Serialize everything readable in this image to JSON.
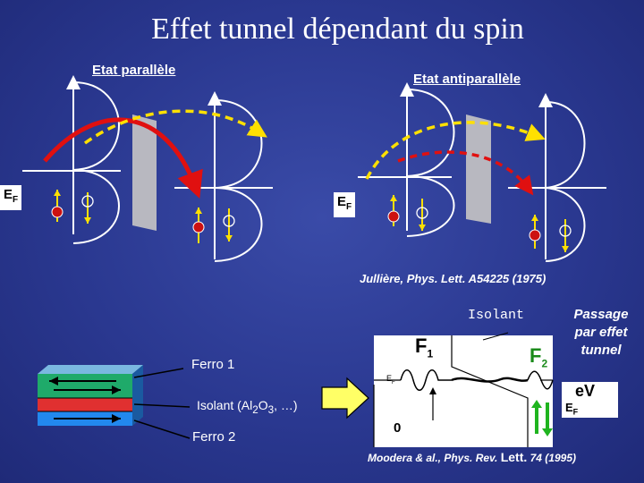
{
  "title": "Effet tunnel dépendant du spin",
  "parallel": {
    "label": "Etat parallèle",
    "ef_label": "E",
    "ef_sub": "F"
  },
  "antiparallel": {
    "label": "Etat antiparallèle",
    "ef_label": "E",
    "ef_sub": "F"
  },
  "citation_julliere": "Jullière, Phys. Lett. A54225 (1975)",
  "bottom": {
    "isolant": "Isolant",
    "passage": [
      "Passage",
      "par effet",
      "tunnel"
    ],
    "ferro1": "Ferro 1",
    "isolant_al2o3_pre": "Isolant (Al",
    "isolant_al2o3_sub1": "2",
    "isolant_al2o3_mid": "O",
    "isolant_al2o3_sub2": "3",
    "isolant_al2o3_post": ", …)",
    "ferro2": "Ferro 2",
    "f1": "F",
    "f1_sub": "1",
    "f2": "F",
    "f2_sub": "2",
    "ef_small": "E",
    "ef_small_sub": "F",
    "zero": "0",
    "ev": "eV",
    "ef_right": "E",
    "ef_right_sub": "F"
  },
  "citation_moodera_pre": "Moodera & al., Phys. Rev. ",
  "citation_moodera_lett": "Lett.",
  "citation_moodera_post": " 74 (1995)",
  "colors": {
    "background": "#2a3890",
    "red_arrow": "#e01010",
    "yellow_dashed": "#ffe000",
    "barrier": "#b8b8c0",
    "layer_green": "#1faa6a",
    "layer_red": "#e03030",
    "layer_blue": "#2288ee",
    "big_arrow": "#ffff66"
  }
}
